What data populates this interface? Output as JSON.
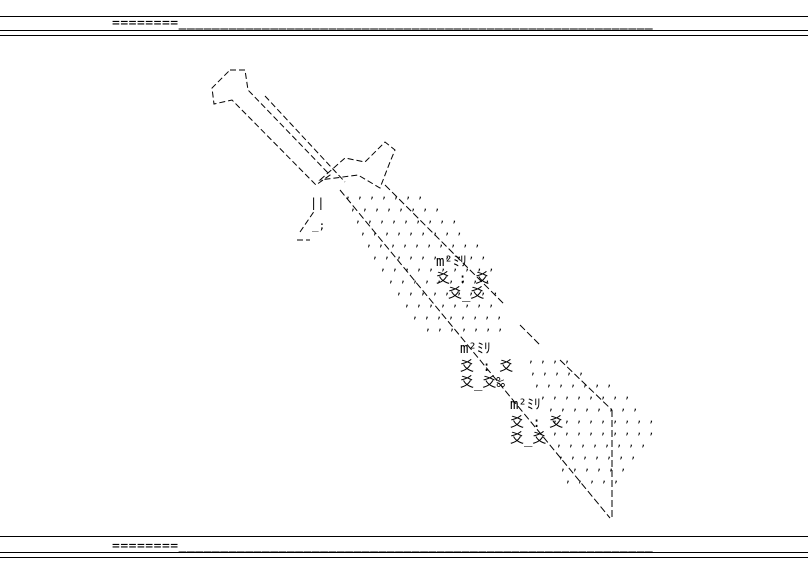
{
  "frame": {
    "top_rule": "========‗‗‗‗‗‗‗‗‗‗‗‗‗‗‗‗‗‗‗‗‗‗‗‗‗‗‗‗‗‗‗‗‗‗‗‗‗‗‗‗‗‗‗‗‗‗‗‗‗‗‗‗‗‗‗‗‗",
    "bottom_rule": "========‗‗‗‗‗‗‗‗‗‗‗‗‗‗‗‗‗‗‗‗‗‗‗‗‗‗‗‗‗‗‗‗‗‗‗‗‗‗‗‗‗‗‗‗‗‗‗‗‗‗‗‗‗‗‗‗‗"
  },
  "art": {
    "pommel": [
      "_ _",
      "|   \\",
      "i‗_/"
    ],
    "guard_left": "||",
    "guard_mark": "_;",
    "knot_top_1": "m²ﾐﾘ",
    "knot_mid_1": "爻 : 爻",
    "knot_bot_1": "爻_爻",
    "knot_top_2": "m²ﾐﾘ",
    "knot_mid_2": "爻 : 爻",
    "knot_bot_2": "爻_爻‰",
    "knot_top_3": "m²ﾐﾘ",
    "knot_mid_3": "爻 : 爻",
    "knot_bot_3": "爻_爻",
    "hatch": ",,,,"
  }
}
